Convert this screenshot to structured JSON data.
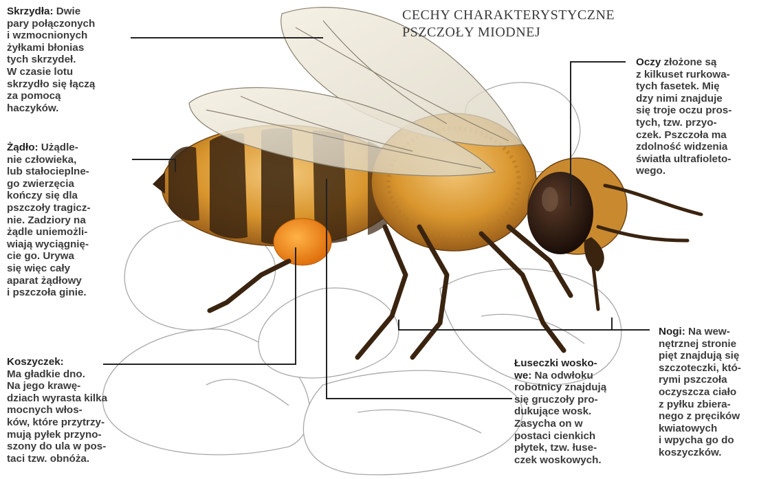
{
  "title": "CECHY CHARAKTERYSTYCZNE\nPSZCZOŁY MIODNEJ",
  "annotations": {
    "wings": {
      "heading": "Skrzydła:",
      "body": " Dwie\npary połączonych\ni wzmocnionych\nżyłkami błonias\ntych skrzydeł.\nW czasie lotu\nskrzydło się łączą\nza pomocą\nhaczyków."
    },
    "sting": {
      "heading": "Żądło:",
      "body": " Użądle-\nnie człowieka,\nlub stałocieplne-\ngo zwierzęcia\nkończy się dla\npszczoły tragicz-\nnie. Zadziory na\nżądle uniemożli-\nwiają wyciągnię-\ncie go. Urywa\nsię więc cały\naparat żądłowy\ni pszczoła ginie."
    },
    "basket": {
      "heading": "Koszyczek:",
      "body": "\nMa gładkie dno.\nNa jego krawę-\ndziach wyrasta kilka\nmocnych włos-\nków, które przytrzy-\nmują pyłek przyno-\nszony do ula w pos-\ntaci tzw. obnóża."
    },
    "wax_scales": {
      "heading": "Łuseczki wosko-\nwe:",
      "body": " Na odwłoku\nrobotnicy znajdują\nsię gruczoły pro-\ndukujące wosk.\nZasycha on w\npostaci cienkich\npłytek, tzw. łuse-\nczek woskowych."
    },
    "eyes": {
      "heading": "Oczy",
      "body": " złożone są\nz kilkuset rurkowa-\ntych fasetek. Mię\ndzy nimi znajduje\nsię troje oczu pros-\ntych, tzw. przyo-\nczek. Pszczoła ma\nzdolność widzenia\nświatła ultrafioleto-\nwego."
    },
    "legs": {
      "heading": "Nogi:",
      "body": " Na wew-\nnętrznej stronie\npięt znajdują się\nszczoteczki, któ-\nrymi pszczoła\noczyszcza ciało\nz pyłku zbiera-\nnego z pręcików\nkwiatowych\ni wpycha go do\nkoszyczków."
    }
  },
  "colors": {
    "bee_amber": "#d9962e",
    "bee_stripe": "#3a2410",
    "eye": "#2a1a12",
    "pollen": "#f08a1a",
    "flower_outline": "#9a9a9a",
    "leader_line": "#222222"
  }
}
